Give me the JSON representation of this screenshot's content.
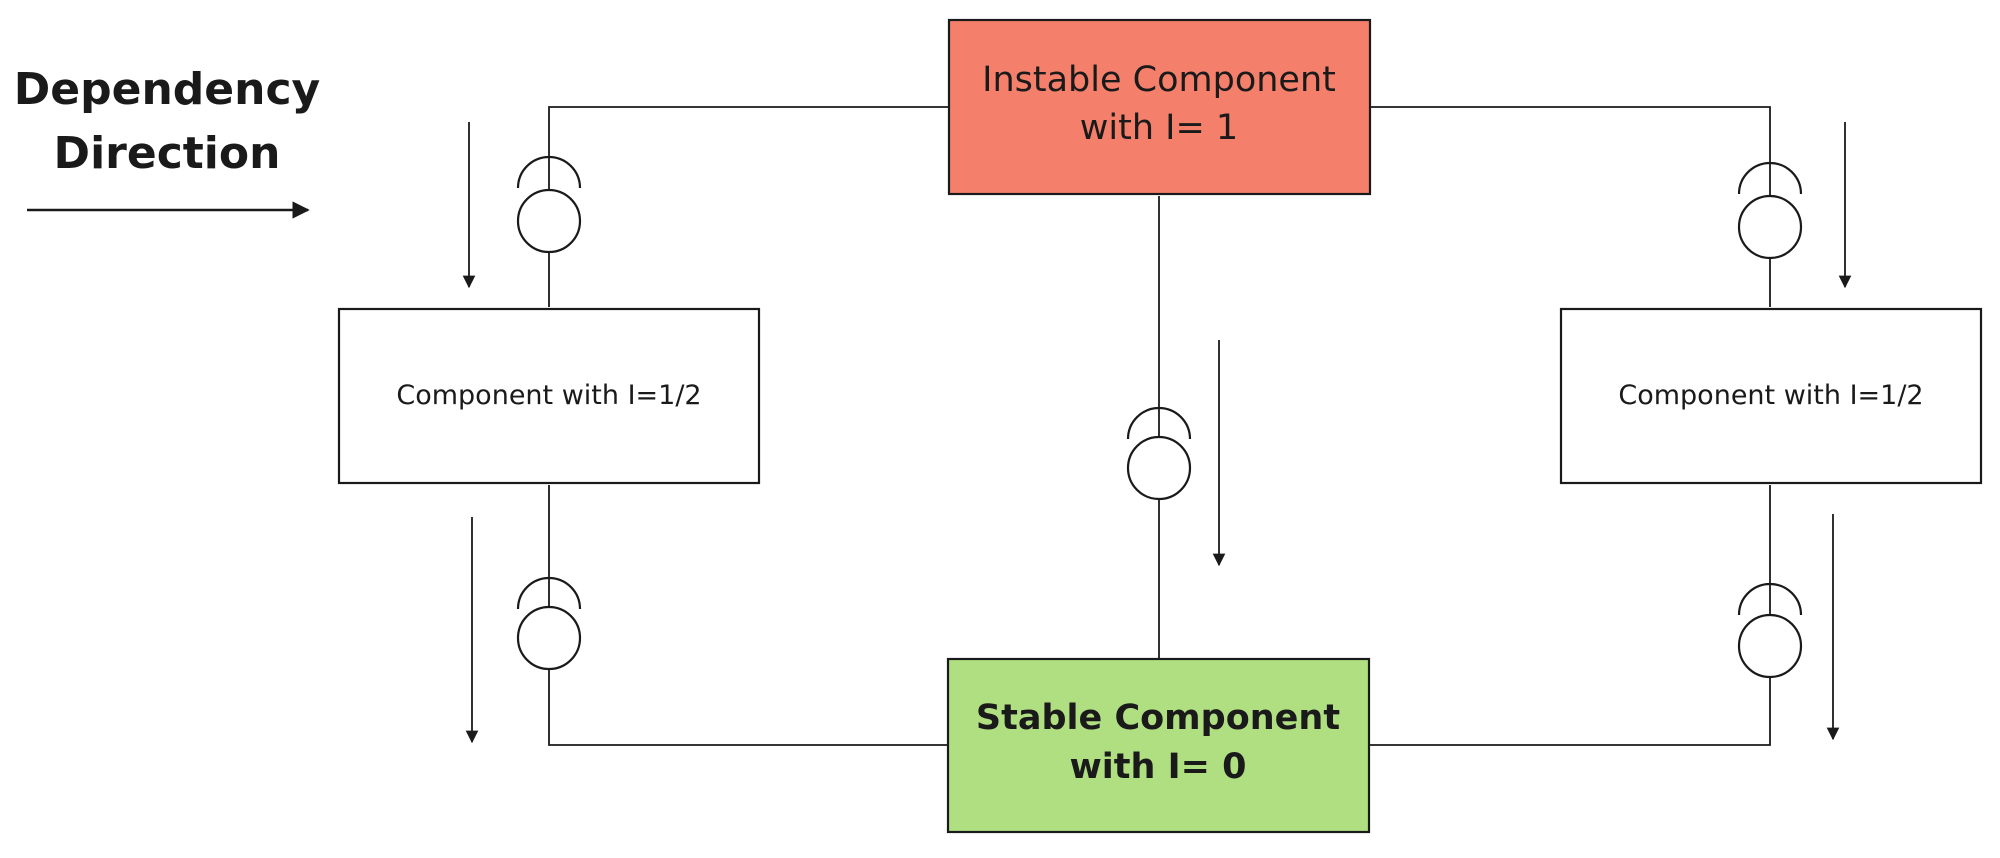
{
  "legend": {
    "title_line1": "Dependency",
    "title_line2": "Direction"
  },
  "components": {
    "top": {
      "line1": "Instable Component",
      "line2": "with I= 1",
      "fill": "#f47f6b"
    },
    "left": {
      "label": "Component with I=1/2",
      "fill": "#ffffff"
    },
    "right": {
      "label": "Component with I=1/2",
      "fill": "#ffffff"
    },
    "bottom": {
      "line1": "Stable Component",
      "line2": "with I= 0",
      "fill": "#b0df82"
    }
  },
  "colors": {
    "stroke": "#1a1a1a",
    "background": "#ffffff"
  }
}
